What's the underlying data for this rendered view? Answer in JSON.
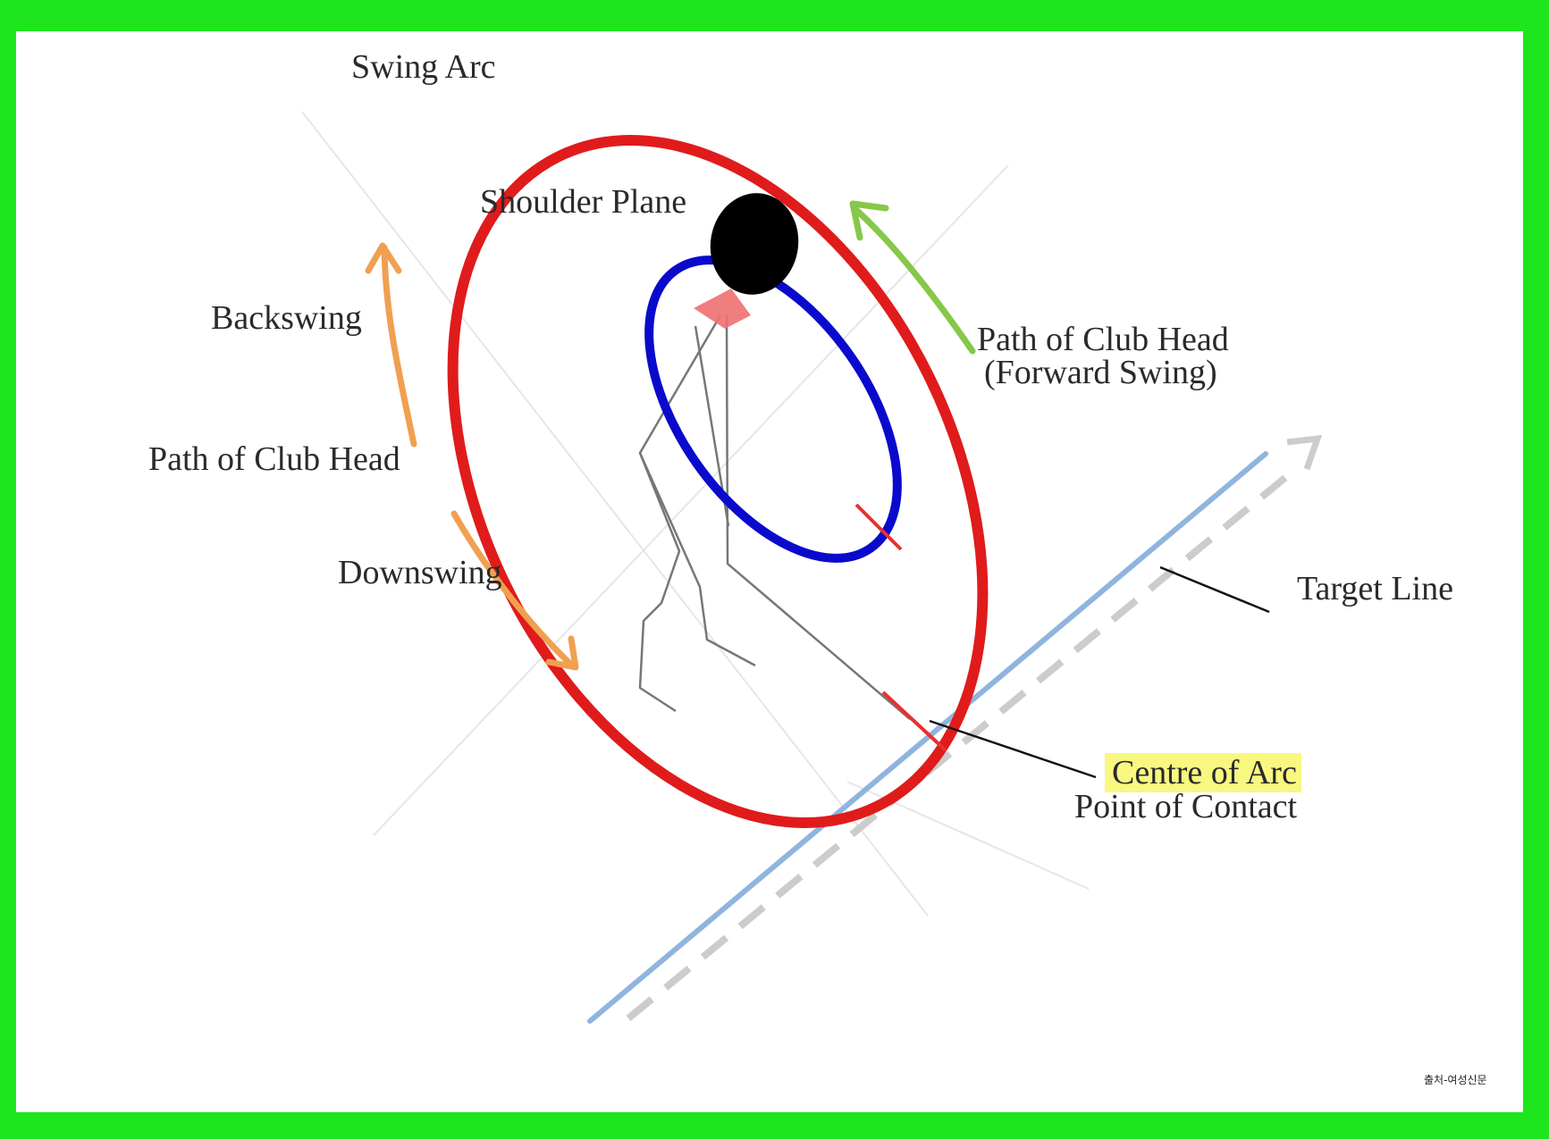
{
  "labels": {
    "swing_arc": "Swing Arc",
    "shoulder_plane": "Shoulder Plane",
    "backswing": "Backswing",
    "path_of_club_head": "Path of Club Head",
    "downswing": "Downswing",
    "forward_swing_line1": "Path of Club Head",
    "forward_swing_line2": "(Forward Swing)",
    "target_line": "Target Line",
    "centre_of_arc": "Centre of Arc",
    "point_of_contact": "Point of Contact"
  },
  "source_credit": "출처-여성신문",
  "colors": {
    "border": "#1ee61e",
    "swing_arc": "#e01b1b",
    "shoulder_plane": "#0a0acc",
    "backswing_arrow": "#f0a050",
    "forward_arrow": "#86c84a",
    "target_line": "#8fb4de",
    "dashed_line": "#cccccc",
    "highlight": "#f7f76a"
  }
}
